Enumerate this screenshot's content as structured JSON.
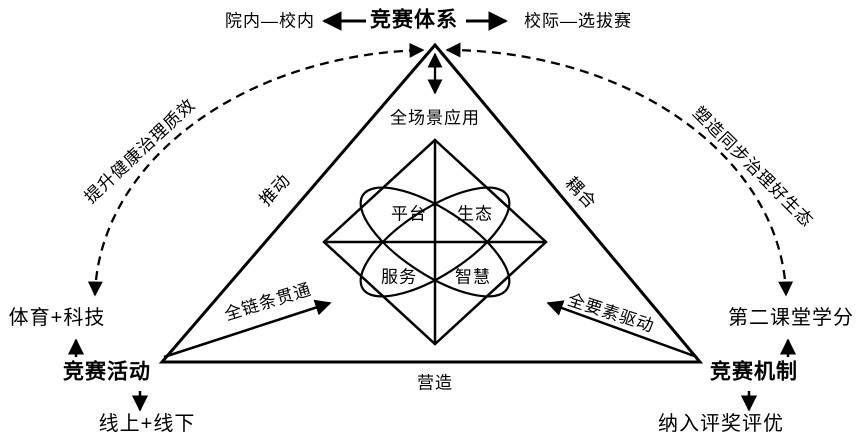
{
  "top": {
    "left": "院内—校内",
    "center": "竞赛体系",
    "right": "校际—选拔赛"
  },
  "triangle": {
    "inner_top": "全场景应用",
    "left_edge": "推动",
    "right_edge": "耦合",
    "bottom": "营造"
  },
  "core": {
    "top_left": "平台",
    "top_right": "生态",
    "bottom_left": "服务",
    "bottom_right": "智慧"
  },
  "diagonal_arrows": {
    "left": "全链条贯通",
    "right": "全要素驱动"
  },
  "curve_labels": {
    "left": "提升健康治理质效",
    "right": "塑造同步治理好生态"
  },
  "left_branch": {
    "top": "体育+科技",
    "node": "竞赛活动",
    "bottom": "线上+线下"
  },
  "right_branch": {
    "top": "第二课堂学分",
    "node": "竞赛机制",
    "bottom": "纳入评奖评优"
  },
  "colors": {
    "ink": "#000000",
    "bg": "#ffffff"
  }
}
